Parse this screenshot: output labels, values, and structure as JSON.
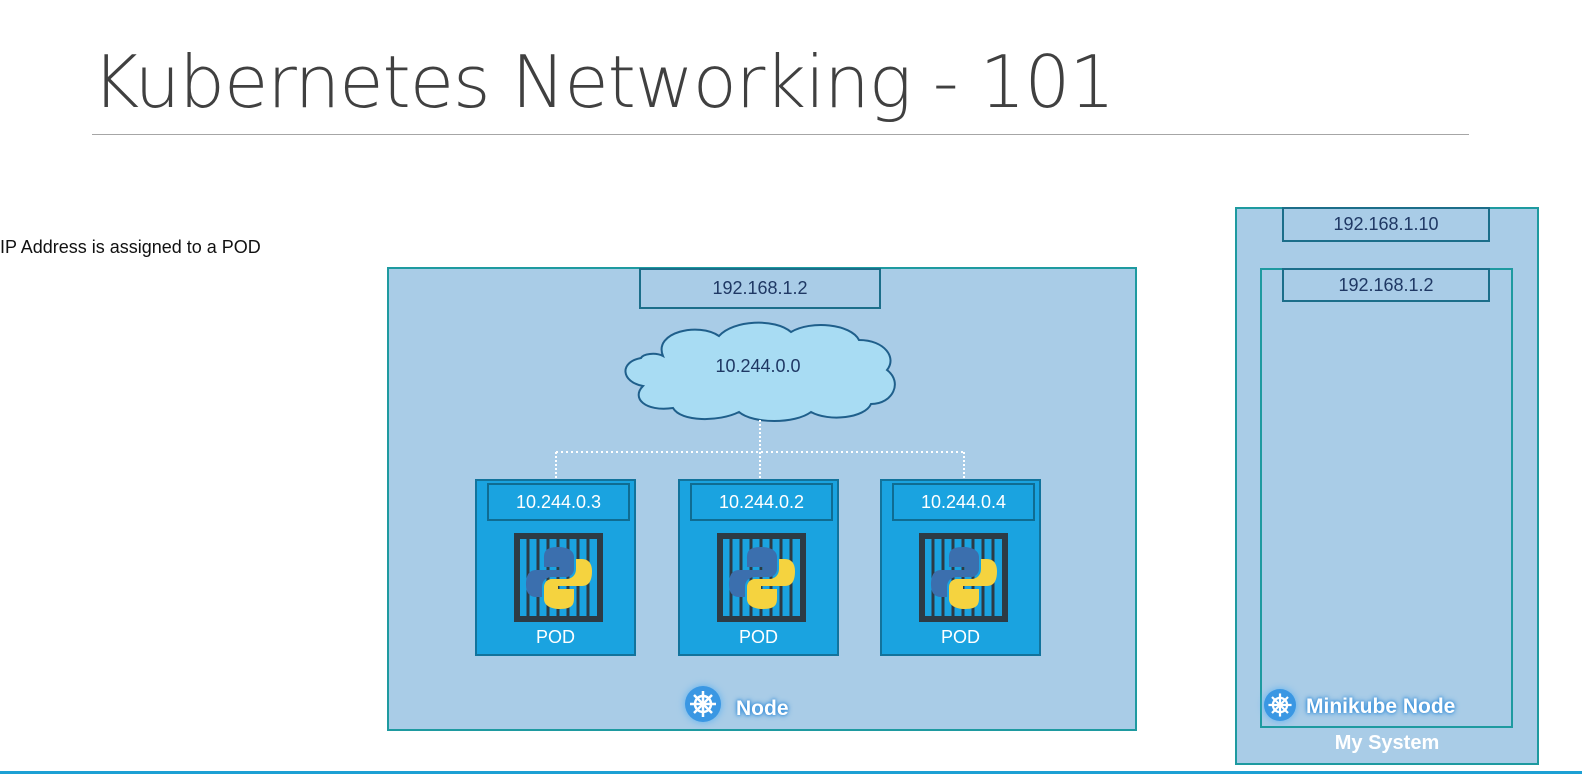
{
  "slide": {
    "title": "Kubernetes Networking - 101",
    "side_note": "IP Address is assigned to a POD"
  },
  "node": {
    "ip": "192.168.1.2",
    "network": "10.244.0.0",
    "label": "Node",
    "pods": [
      {
        "ip": "10.244.0.3",
        "label": "POD"
      },
      {
        "ip": "10.244.0.2",
        "label": "POD"
      },
      {
        "ip": "10.244.0.4",
        "label": "POD"
      }
    ]
  },
  "system": {
    "host_ip": "192.168.1.10",
    "minikube_ip": "192.168.1.2",
    "minikube_label": "Minikube Node",
    "label": "My System"
  },
  "colors": {
    "node_fill": "#a9cce7",
    "pod_fill": "#1aa3e0",
    "border": "#1e9aa0",
    "accent_line": "#1ca0d4"
  }
}
